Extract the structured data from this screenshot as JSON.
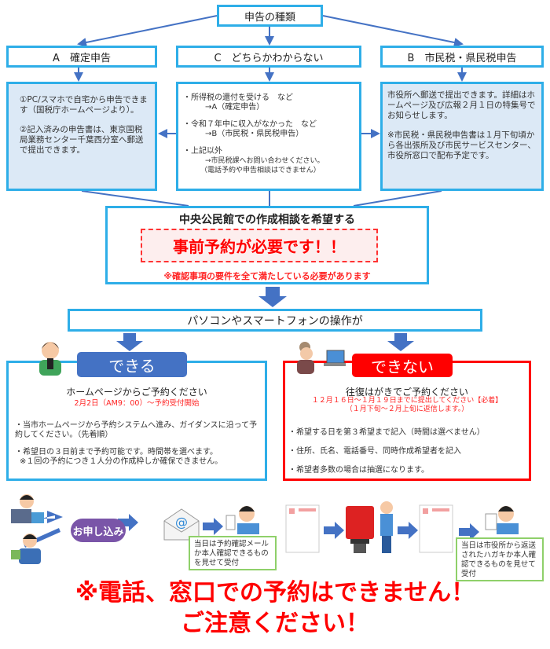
{
  "title": "申告の種類",
  "categories": {
    "a": {
      "label": "A　確定申告",
      "lines": [
        "①PC/スマホで自宅から申告できます（国税庁ホームページより）。",
        "②記入済みの申告書は、東京国税局業務センター千葉西分室へ郵送で提出できます。"
      ]
    },
    "c": {
      "label": "C　どちらかわからない",
      "items": [
        {
          "text": "・所得税の還付を受ける　など",
          "sub": "→A（確定申告）"
        },
        {
          "text": "・令和７年中に収入がなかった　など",
          "sub": "→B（市民税・県民税申告）"
        },
        {
          "text": "・上記以外",
          "sub": "→市民税課へお問い合わせください。",
          "sub2": "（電話予約や申告相談はできません）"
        }
      ]
    },
    "b": {
      "label": "B　市民税・県民税申告",
      "lines": [
        "市役所へ郵送で提出できます。詳細はホームページ及び広報２月１日の特集号でお知らせします。",
        "※市民税・県民税申告書は１月下旬頃から各出張所及び市民サービスセンター、市役所窓口で配布予定です。"
      ]
    }
  },
  "consult": {
    "title": "中央公民館での作成相談を希望する",
    "notice": "事前予約が必要です！！",
    "requirement": "※確認事項の要件を全て満たしている必要があります"
  },
  "question": "パソコンやスマートフォンの操作が",
  "can": {
    "tab": "できる",
    "heading": "ホームページからご予約ください",
    "date": "2月2日（AM9：00）～予約受付開始",
    "bullets": [
      "・当市ホームページから予約システムへ進み、ガイダンスに沿って予約してください。（先着順）",
      "・希望日の３日前まで予約可能です。時間帯を選べます。",
      "※１回の予約につき１人分の作成枠しか確保できません。"
    ]
  },
  "cannot": {
    "tab": "できない",
    "heading": "往復はがきでご予約ください",
    "date": "１２月１６日～１月１９日までに提出してください【必着】",
    "date2": "（１月下旬～２月上旬に返信します。）",
    "bullets": [
      "・希望する日を第３希望まで記入（時間は選べません）",
      "・住所、氏名、電話番号、同時作成希望者を記入",
      "・希望者多数の場合は抽選になります。"
    ]
  },
  "flow": {
    "apply_label": "お申し込み",
    "email_note": "当日は予約確認メールか本人確認できるものを見せて受付",
    "postcard_note": "当日は市役所から返送されたハガキか本人確認できるものを見せて受付"
  },
  "footer": {
    "line1": "※電話、窓口での予約はできません！",
    "line2": "ご注意ください！"
  },
  "colors": {
    "border": "#2eaee8",
    "tab_blue": "#4472c4",
    "red": "#ff0000",
    "arrow": "#4472c4"
  }
}
